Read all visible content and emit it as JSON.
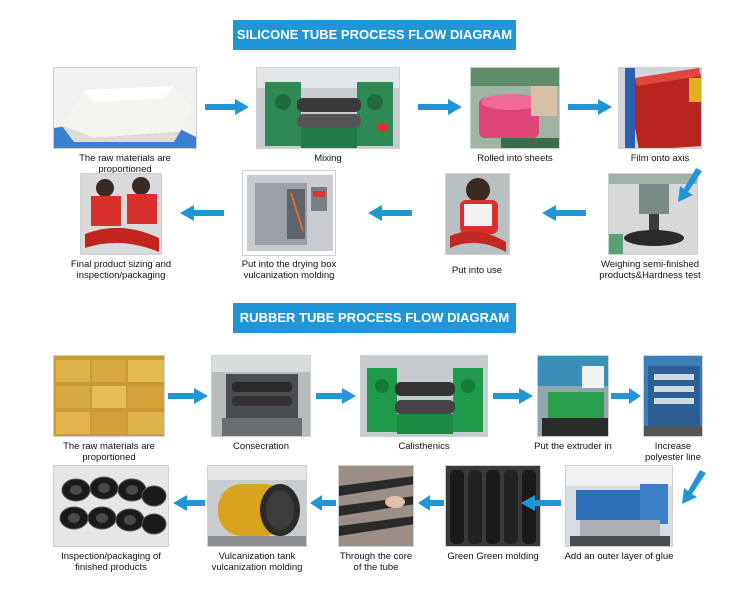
{
  "silicone": {
    "title": "SILICONE TUBE PROCESS FLOW DIAGRAM",
    "steps": [
      {
        "line1": "The raw materials are",
        "line2": "proportioned",
        "icon": "raw-material-block-photo"
      },
      {
        "line1": "Mixing",
        "line2": "",
        "icon": "mixing-mill-photo"
      },
      {
        "line1": "Rolled into sheets",
        "line2": "",
        "icon": "rolled-sheets-photo"
      },
      {
        "line1": "Film onto axis",
        "line2": "",
        "icon": "film-on-axis-photo"
      },
      {
        "line1": "Weighing semi-finished",
        "line2": "products&Hardness test",
        "icon": "hardness-test-photo"
      },
      {
        "line1": "Put into use",
        "line2": "",
        "icon": "put-into-use-photo"
      },
      {
        "line1": "Put into the drying box",
        "line2": "vulcanization molding",
        "icon": "drying-box-photo"
      },
      {
        "line1": "Final product sizing and",
        "line2": "inspection/packaging",
        "icon": "inspection-packaging-photo"
      }
    ]
  },
  "rubber": {
    "title": "RUBBER TUBE PROCESS FLOW DIAGRAM",
    "steps": [
      {
        "line1": "The raw materials are",
        "line2": "proportioned",
        "icon": "raw-material-bales-photo"
      },
      {
        "line1": "Consecration",
        "line2": "",
        "icon": "consecration-machine-photo"
      },
      {
        "line1": "Calisthenics",
        "line2": "",
        "icon": "calisthenics-mill-photo"
      },
      {
        "line1": "Put the extruder in",
        "line2": "",
        "icon": "extruder-photo"
      },
      {
        "line1": "Increase",
        "line2": "polyester line",
        "icon": "polyester-line-photo"
      },
      {
        "line1": "Add an outer layer of glue",
        "line2": "",
        "icon": "outer-glue-extruder-photo"
      },
      {
        "line1": "Green Green molding",
        "line2": "",
        "icon": "green-molding-photo"
      },
      {
        "line1": "Through the core",
        "line2": "of the tube",
        "icon": "tube-core-photo"
      },
      {
        "line1": "Vulcanization tank",
        "line2": "vulcanization molding",
        "icon": "vulcanization-tank-photo"
      },
      {
        "line1": "Inspection/packaging of",
        "line2": "finished products",
        "icon": "finished-tubes-photo"
      }
    ]
  },
  "colors": {
    "banner": "#2196d6",
    "arrow": "#2196d6"
  }
}
